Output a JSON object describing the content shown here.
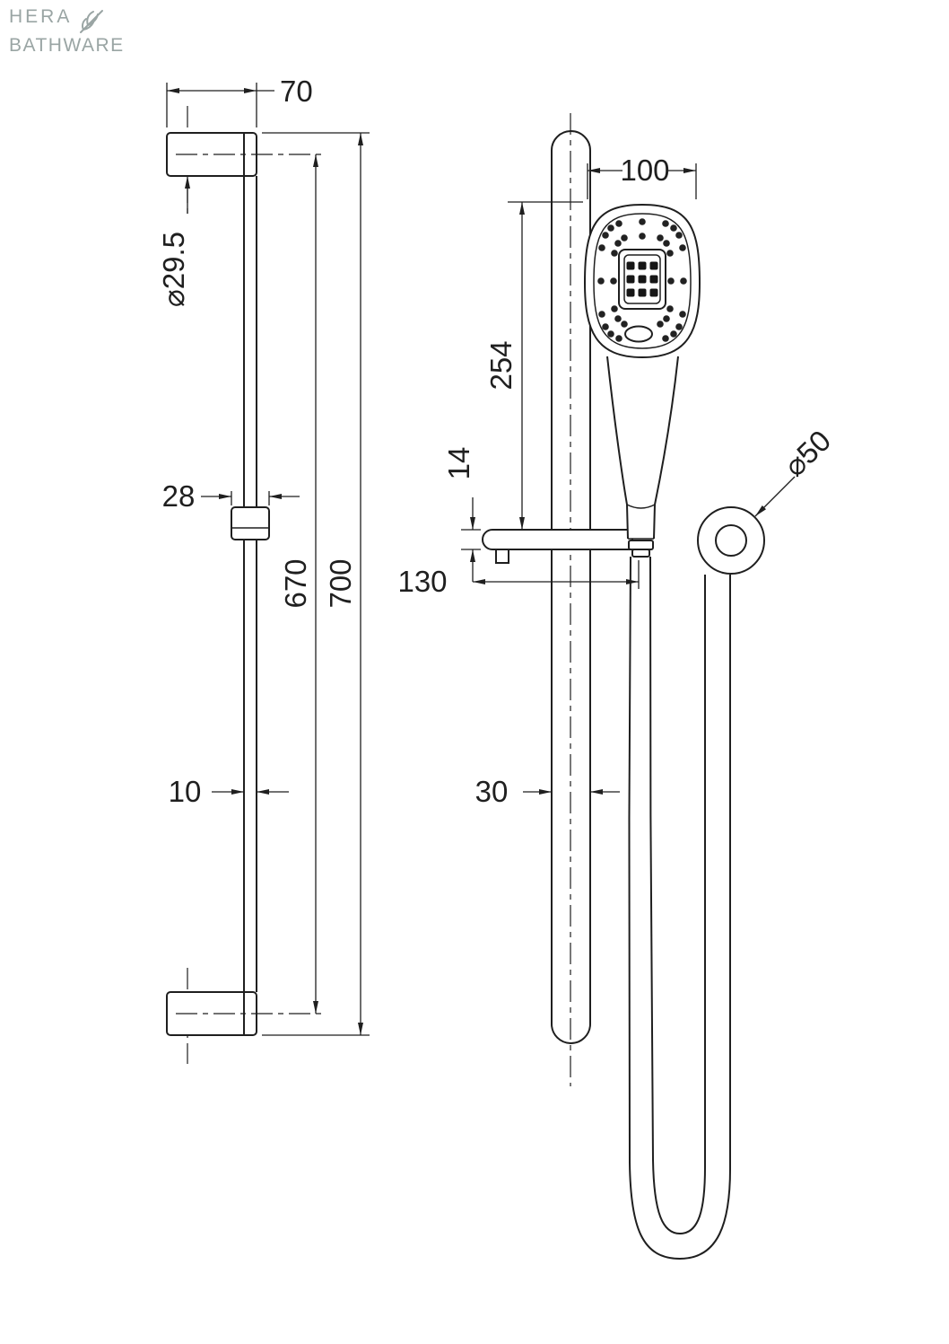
{
  "logo": {
    "name": "HERA",
    "sub": "BATHWARE"
  },
  "colors": {
    "line": "#1f1f1f",
    "logo": "#9aa5a4",
    "background": "#ffffff"
  },
  "drawing": {
    "left_view": {
      "bracket_width": "70",
      "flange_diameter": "⌀29.5",
      "slider_width": "28",
      "centres_length": "670",
      "total_length": "700",
      "rail_depth": "10"
    },
    "right_view": {
      "head_width": "100",
      "head_length": "254",
      "bracket_thickness": "14",
      "bracket_length": "130",
      "rail_width": "30",
      "wall_elbow_diameter": "⌀50"
    }
  }
}
